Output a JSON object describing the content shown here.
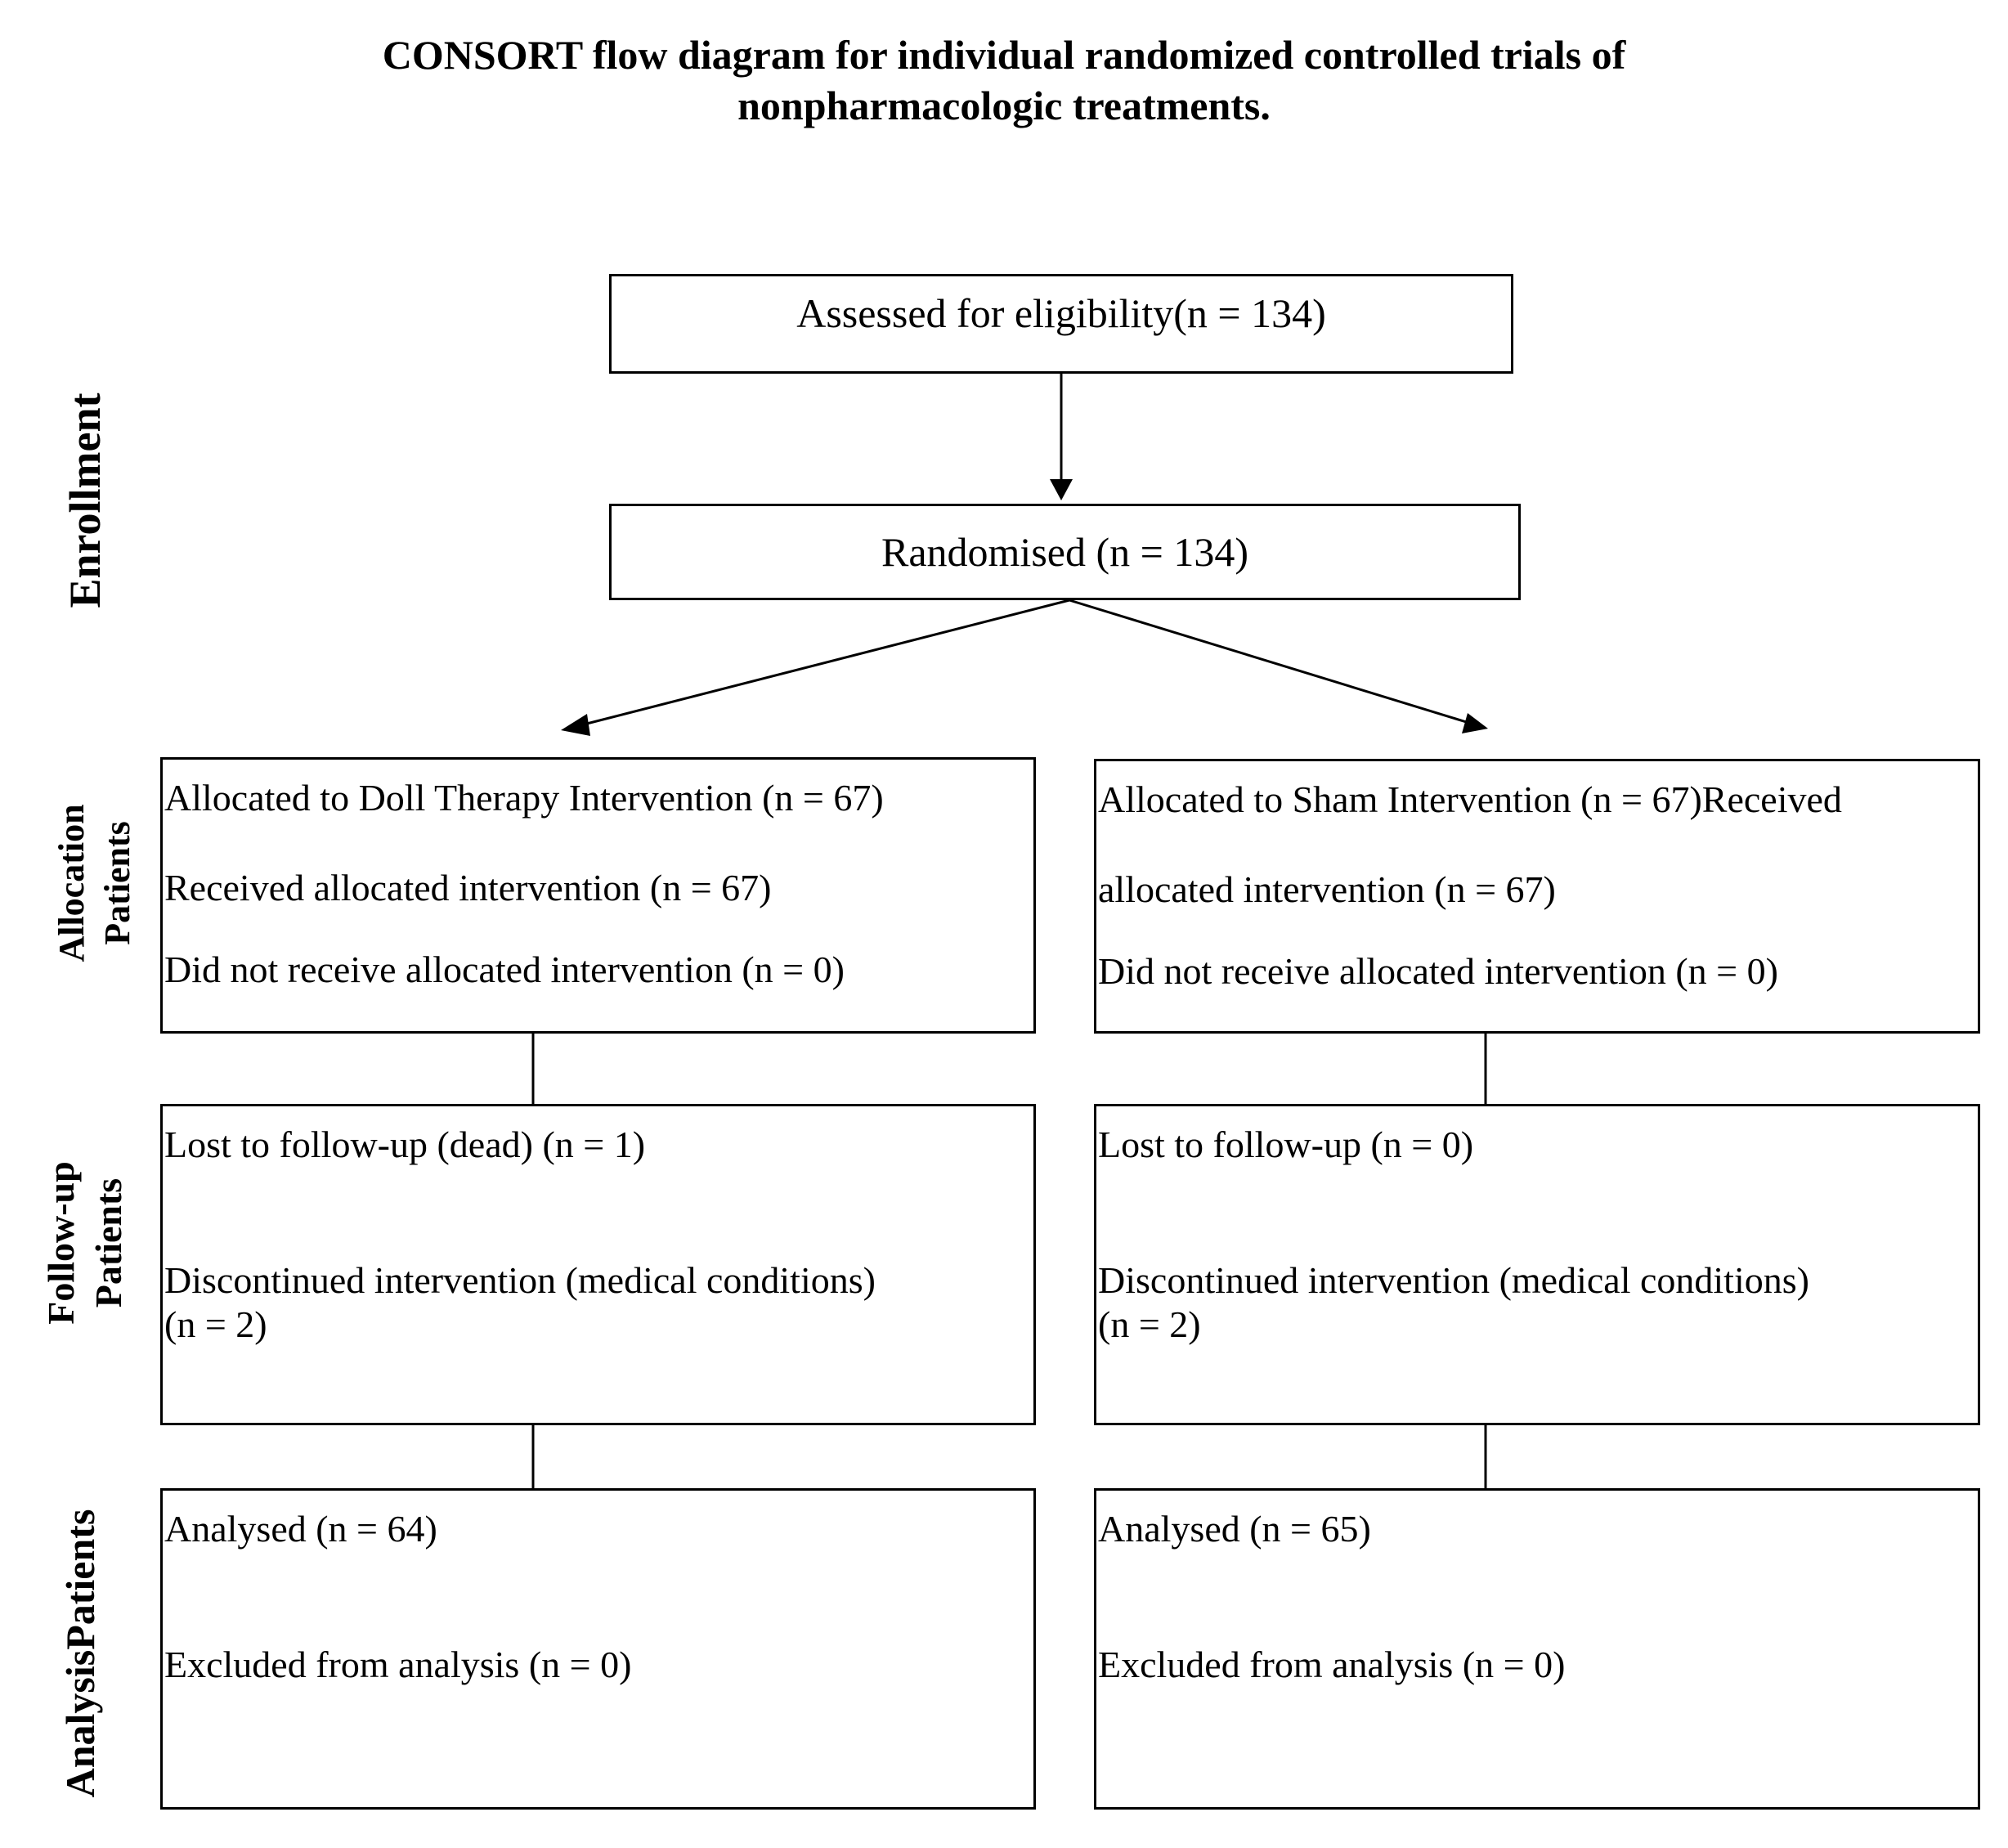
{
  "title": {
    "line1": "CONSORT flow diagram for individual randomized controlled trials of",
    "line2": "nonpharmacologic treatments."
  },
  "stages": {
    "enrollment": "Enrollment",
    "allocation": [
      "Allocation",
      "Patients"
    ],
    "followup": [
      "Follow-up",
      "Patients"
    ],
    "analysis": "AnalysisPatients"
  },
  "enrollment": {
    "assessed": "Assessed for eligibility(n = 134)",
    "randomised": "Randomised (n = 134)"
  },
  "left": {
    "allocation": [
      "Allocated to Doll Therapy Intervention (n = 67)",
      "Received allocated intervention (n = 67)",
      "Did not receive allocated intervention (n = 0)"
    ],
    "followup": [
      "Lost to follow-up (dead) (n = 1)",
      "Discontinued intervention (medical conditions)",
      "(n = 2)"
    ],
    "analysis": [
      "Analysed (n = 64)",
      "Excluded from analysis (n = 0)"
    ]
  },
  "right": {
    "allocation": [
      "Allocated to Sham Intervention (n = 67)Received",
      "allocated intervention (n = 67)",
      "Did not receive allocated intervention (n = 0)"
    ],
    "followup": [
      "Lost to follow-up (n = 0)",
      "Discontinued intervention (medical conditions)",
      "(n = 2)"
    ],
    "analysis": [
      "Analysed (n = 65)",
      "Excluded from analysis (n = 0)"
    ]
  }
}
